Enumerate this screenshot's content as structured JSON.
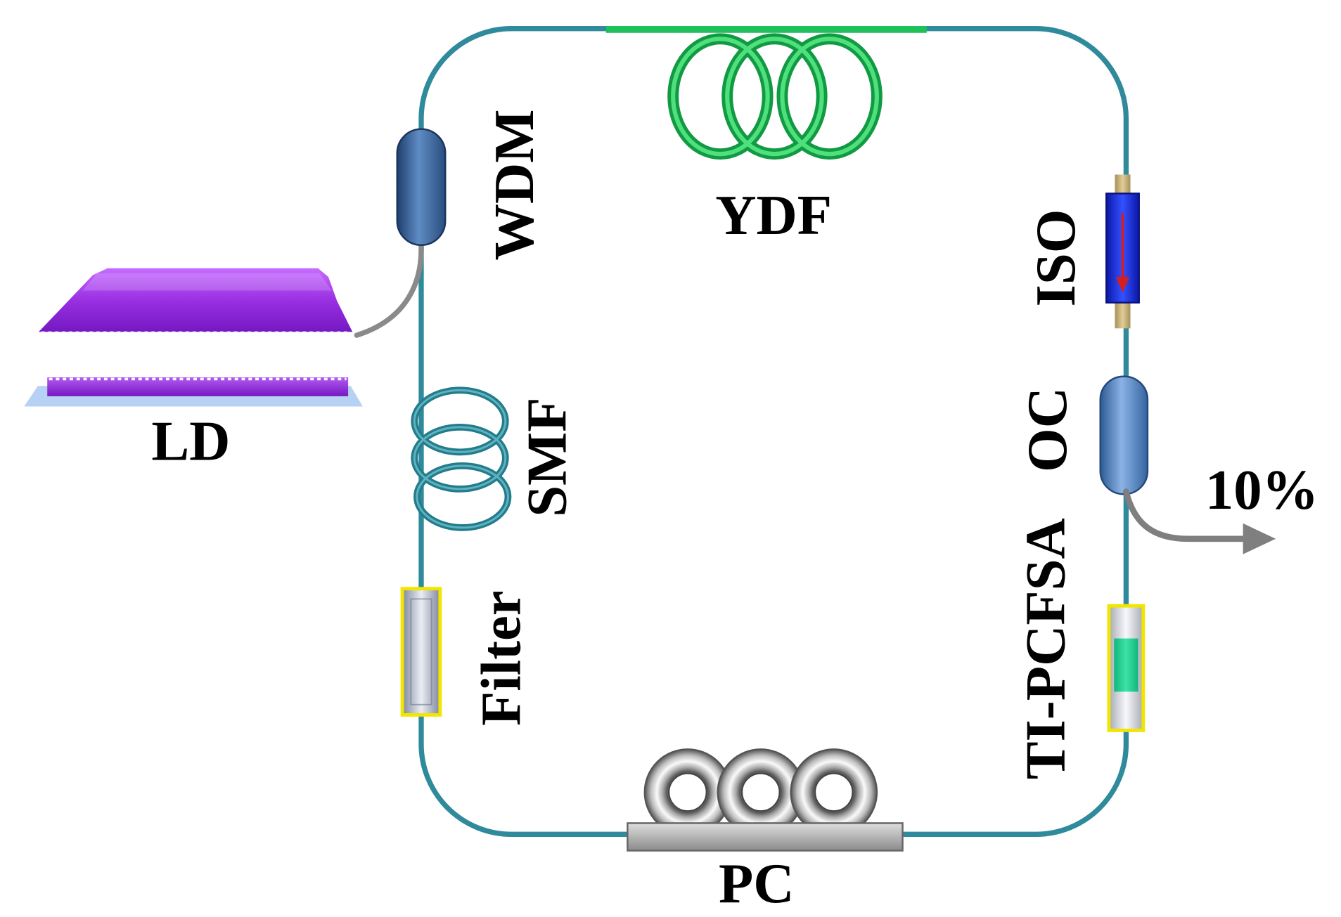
{
  "labels": {
    "wdm": "WDM",
    "ydf": "YDF",
    "iso": "ISO",
    "ld": "LD",
    "smf": "SMF",
    "oc": "OC",
    "output": "10%",
    "filter": "Filter",
    "sa": "TI-PCFSA",
    "pc": "PC"
  },
  "colors": {
    "cavity_fiber": "#2f8a9b",
    "gain_fiber": "#1fbf5a",
    "pump_fiber": "#8a8a8a",
    "label_text": "#000000"
  }
}
